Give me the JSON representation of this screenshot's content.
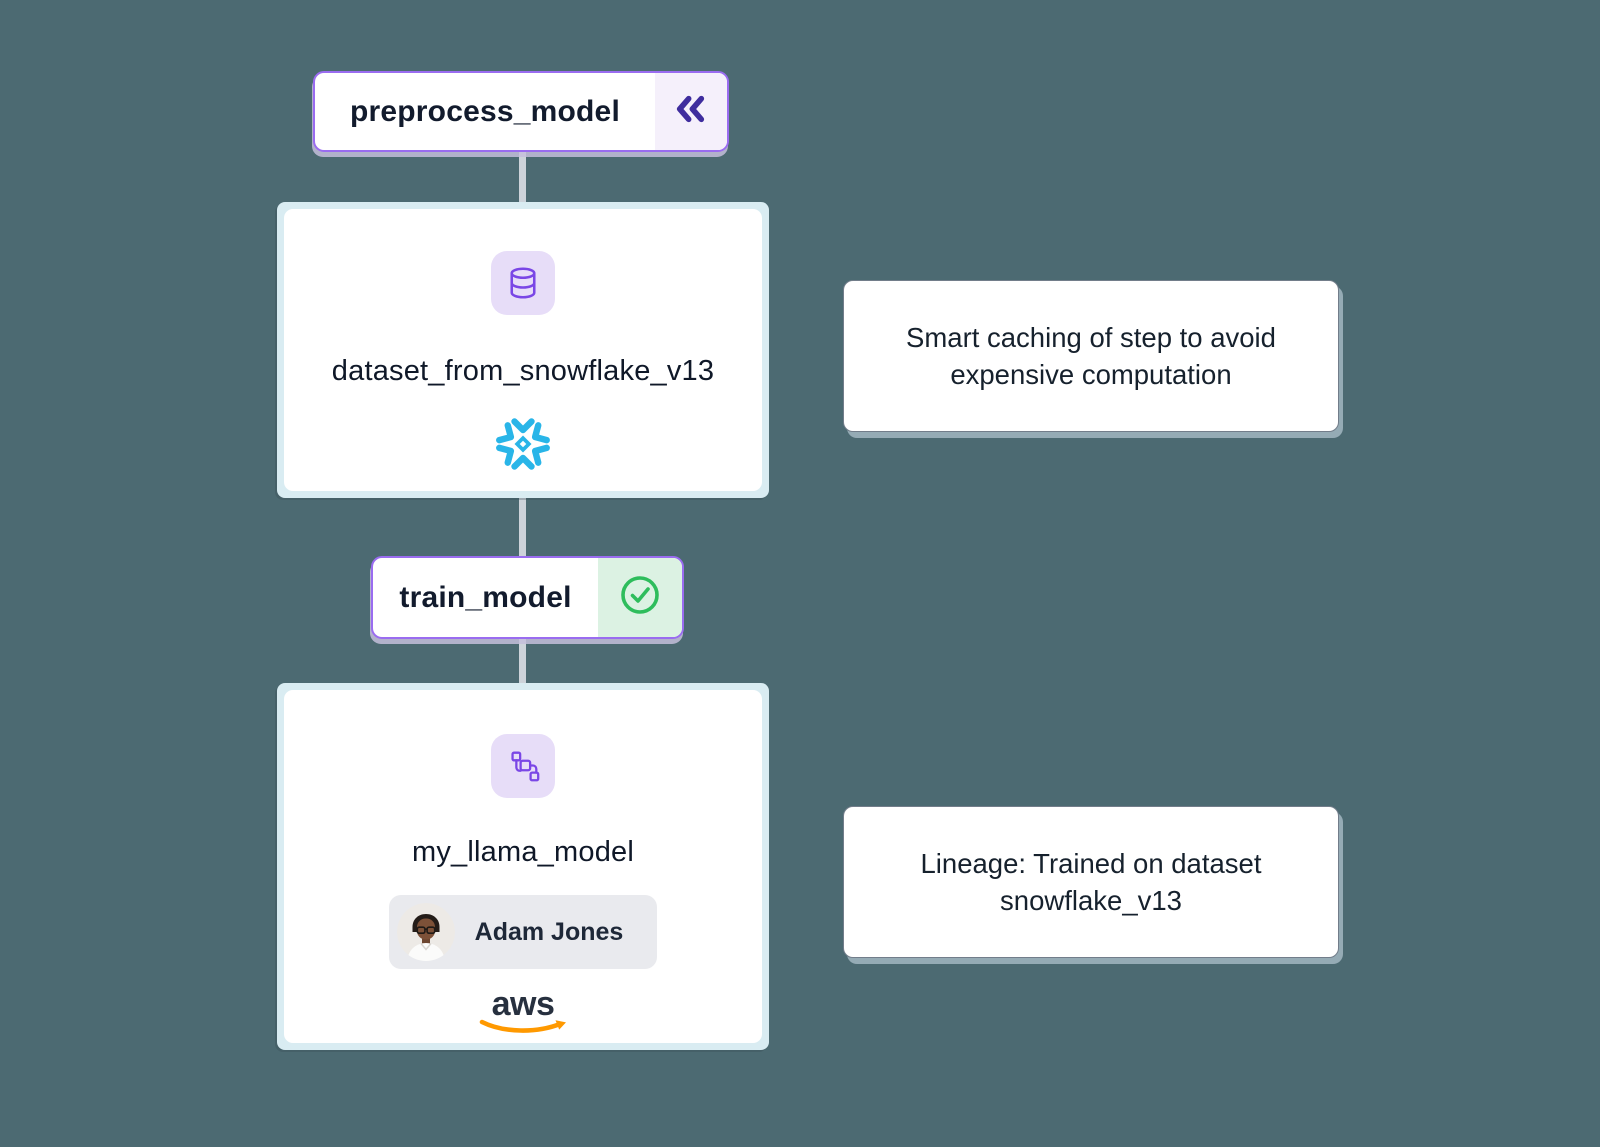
{
  "colors": {
    "background": "#4c6a72",
    "accent_purple_border": "#9a6cf0",
    "deep_purple_icon": "#3f2d9e",
    "purple_icon_stroke": "#7a46e6",
    "purple_icon_bg": "#e7ddf8",
    "success_green": "#2ebd5c",
    "success_bg": "#dcf2e3",
    "snowflake_blue": "#29b5e8",
    "aws_orange": "#ff9900",
    "aws_dark": "#27303f",
    "card_edge_cyan": "#d9ecf2",
    "connector_gray": "#cdd3da"
  },
  "diagram": {
    "step_preprocess": {
      "label": "preprocess_model",
      "icon": "double-chevron-left-icon"
    },
    "dataset_card": {
      "title": "dataset_from_snowflake_v13",
      "type_icon": "database-icon",
      "provider_icon": "snowflake-logo-icon"
    },
    "step_train": {
      "label": "train_model",
      "status_icon": "check-circle-icon"
    },
    "model_card": {
      "title": "my_llama_model",
      "type_icon": "model-graph-icon",
      "owner_name": "Adam Jones",
      "provider_icon": "aws-logo-icon",
      "provider_text": "aws"
    }
  },
  "annotations": {
    "caching": {
      "text": "Smart caching of step to avoid expensive computation"
    },
    "lineage": {
      "text": "Lineage: Trained on dataset snowflake_v13"
    }
  }
}
